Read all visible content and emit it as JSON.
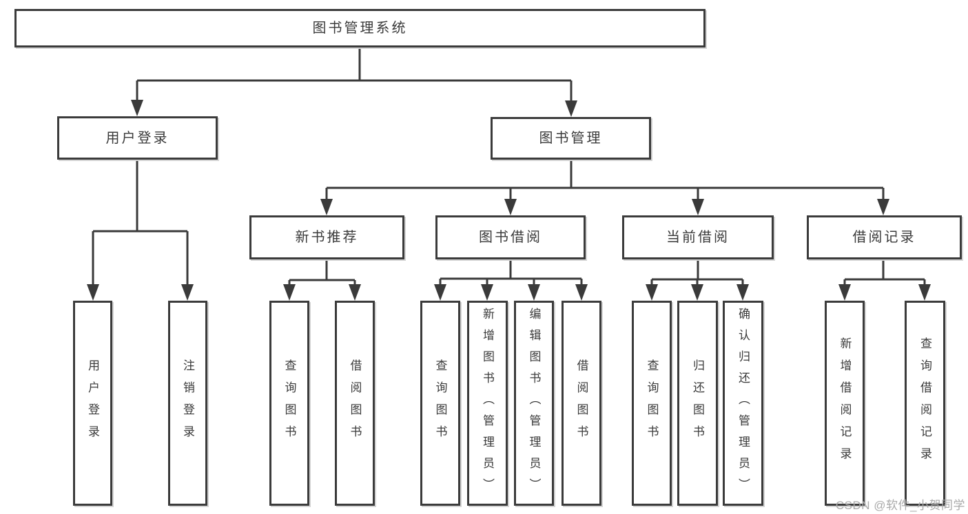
{
  "root": {
    "label": "图书管理系统"
  },
  "branches": [
    {
      "label": "用户登录",
      "children": [
        {
          "label": "用户登录"
        },
        {
          "label": "注销登录"
        }
      ]
    },
    {
      "label": "图书管理",
      "children": [
        {
          "label": "新书推荐",
          "children": [
            {
              "label": "查询图书"
            },
            {
              "label": "借阅图书"
            }
          ]
        },
        {
          "label": "图书借阅",
          "children": [
            {
              "label": "查询图书"
            },
            {
              "label": "新增图书（管理员）"
            },
            {
              "label": "编辑图书（管理员）"
            },
            {
              "label": "借阅图书"
            }
          ]
        },
        {
          "label": "当前借阅",
          "children": [
            {
              "label": "查询图书"
            },
            {
              "label": "归还图书"
            },
            {
              "label": "确认归还（管理员）"
            }
          ]
        },
        {
          "label": "借阅记录",
          "children": [
            {
              "label": "新增借阅记录"
            },
            {
              "label": "查询借阅记录"
            }
          ]
        }
      ]
    }
  ],
  "watermark": {
    "text": "CSDN @软件_小贺同学"
  },
  "colors": {
    "line": "#3a3a3a",
    "box_border": "#3b3b3b",
    "text": "#3a3a3a",
    "watermark": "#a9a9a9",
    "background": "#ffffff"
  }
}
